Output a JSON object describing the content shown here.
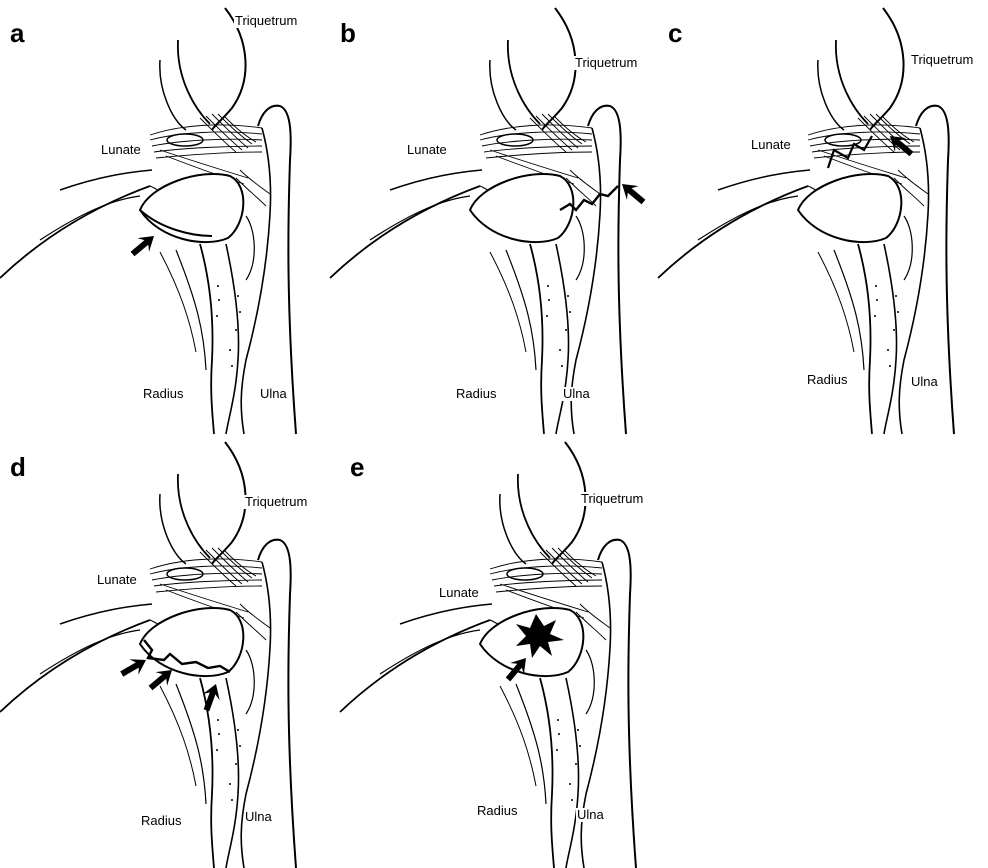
{
  "panels": [
    {
      "letter": "a",
      "pathology": "arrow-periphery-radial"
    },
    {
      "letter": "b",
      "pathology": "tear-ulnar-attachment"
    },
    {
      "letter": "c",
      "pathology": "tear-lunotriquetral"
    },
    {
      "letter": "d",
      "pathology": "tear-radial-attachment"
    },
    {
      "letter": "e",
      "pathology": "central-perforation"
    }
  ],
  "labels": {
    "triquetrum": "Triquetrum",
    "lunate": "Lunate",
    "radius": "Radius",
    "ulna": "Ulna"
  },
  "colors": {
    "ink": "#000000",
    "paper": "#ffffff"
  }
}
